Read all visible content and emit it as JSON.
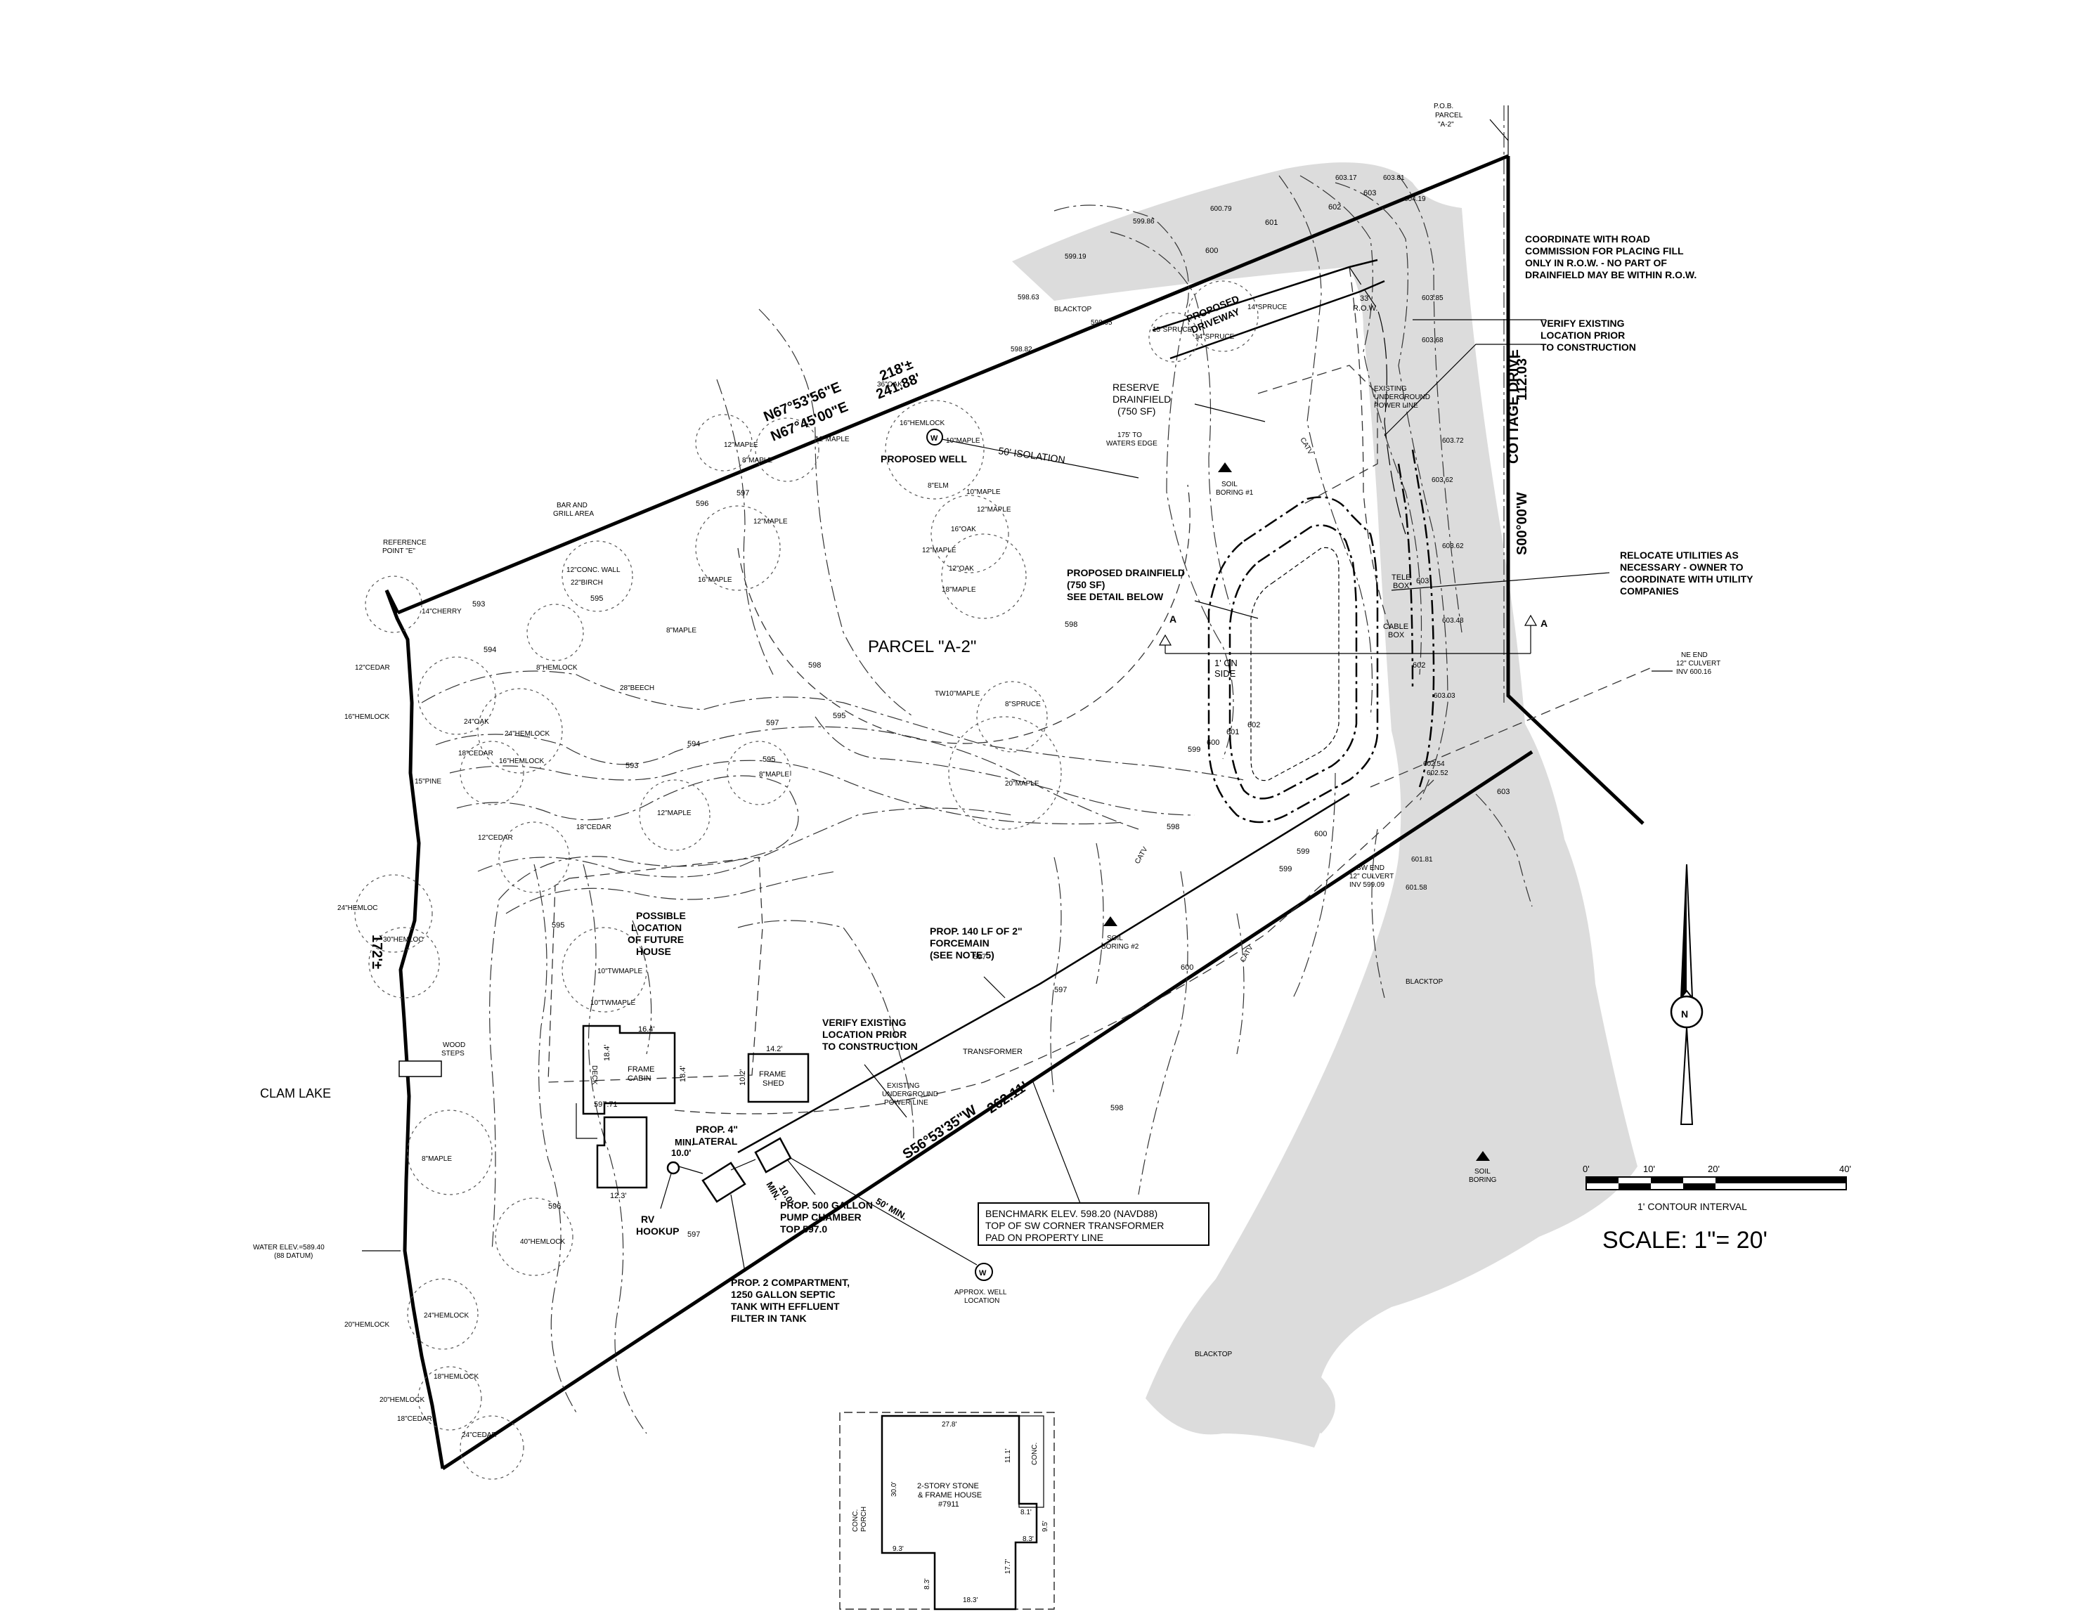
{
  "notes": {
    "road_commission": [
      "COORDINATE WITH ROAD",
      "COMMISSION FOR PLACING FILL",
      "ONLY IN R.O.W. - NO PART OF",
      "DRAINFIELD MAY BE WITHIN R.O.W."
    ],
    "verify_top": [
      "VERIFY EXISTING",
      "LOCATION PRIOR",
      "TO CONSTRUCTION"
    ],
    "relocate": [
      "RELOCATE UTILITIES  AS",
      "NECESSARY - OWNER TO",
      "COORDINATE WITH UTILITY",
      "COMPANIES"
    ],
    "verify_mid": [
      "VERIFY EXISTING",
      "LOCATION PRIOR",
      "TO CONSTRUCTION"
    ],
    "forcemain": [
      "PROP. 140 LF OF 2\"",
      "FORCEMAIN",
      "(SEE NOTE 5)"
    ],
    "benchmark": [
      "BENCHMARK ELEV. 598.20 (NAVD88)",
      "TOP OF SW CORNER TRANSFORMER",
      "PAD ON PROPERTY LINE"
    ],
    "septic": [
      "PROP. 2 COMPARTMENT,",
      "1250 GALLON SEPTIC",
      "TANK WITH EFFLUENT",
      "FILTER IN TANK"
    ],
    "pump": [
      "PROP. 500 GALLON",
      "PUMP CHAMBER",
      "TOP 597.0"
    ],
    "lateral": [
      "PROP. 4\"",
      "LATERAL"
    ],
    "rv": [
      "RV",
      "HOOKUP"
    ],
    "future_house": [
      "POSSIBLE",
      "LOCATION",
      "OF FUTURE",
      "HOUSE"
    ],
    "proposed_drainfield": [
      "PROPOSED DRAINFIELD",
      "(750 SF)",
      "SEE DETAIL BELOW"
    ],
    "reserve_drainfield": [
      "RESERVE",
      "DRAINFIELD",
      "(750 SF)"
    ],
    "water_elev": [
      "WATER ELEV.=589.40",
      "(88 DATUM)"
    ],
    "pob": [
      "P.O.B.",
      "PARCEL",
      "\"A-2\""
    ],
    "ne_culvert": [
      "NE END",
      "12\" CULVERT",
      "INV 600.16"
    ],
    "sw_culvert": [
      "SW END",
      "12\" CULVERT",
      "INV 599.09"
    ],
    "ex_power_top": [
      "EXISTING",
      "UNDERGROUND",
      "POWER LINE"
    ],
    "ex_power_mid": [
      "EXISTING",
      "UNDERGROUND",
      "POWER LINE"
    ],
    "bar_grill": [
      "BAR AND",
      "GRILL AREA"
    ],
    "reference_point": [
      "REFERENCE",
      "POINT \"E\""
    ],
    "approx_well": [
      "APPROX. WELL",
      "LOCATION"
    ],
    "soil_boring_legend": [
      "SOIL",
      "BORING"
    ],
    "wood_steps": [
      "WOOD",
      "STEPS"
    ],
    "waters_edge": [
      "175' TO",
      "WATERS EDGE"
    ]
  },
  "labels": {
    "parcel": "PARCEL \"A-2\"",
    "clam_lake": "CLAM LAKE",
    "cottage_drive": "COTTAGE DRIVE",
    "proposed_well": "PROPOSED WELL",
    "isolation": "50' ISOLATION",
    "proposed_driveway": [
      "PROPOSED",
      "DRIVEWAY"
    ],
    "blacktop": "BLACKTOP",
    "transformer": "TRANSFORMER",
    "soil_boring_1": [
      "SOIL",
      "BORING #1"
    ],
    "soil_boring_2": [
      "SOIL",
      "BORING #2"
    ],
    "tele_box": [
      "TELE",
      "BOX"
    ],
    "cable_box": [
      "CABLE",
      "BOX"
    ],
    "row": "R.O.W.",
    "catv": "CATV",
    "section_a": "A",
    "min_50": "50' MIN.",
    "min_10a": "10.0'",
    "min_10b": "10.0'",
    "min_word": "MIN.",
    "one_on": [
      "1' ON",
      "SIDE"
    ],
    "frame_cabin": [
      "FRAME",
      "CABIN"
    ],
    "frame_shed": [
      "FRAME",
      "SHED"
    ],
    "deck": "DECK",
    "cabin_elev": "597.71",
    "house_label": [
      "2-STORY STONE",
      "& FRAME HOUSE",
      "#7911"
    ],
    "conc_porch": [
      "CONC.",
      "PORCH"
    ],
    "conc": "CONC."
  },
  "bearings": {
    "north1": "N67°53'56\"E",
    "north1_dist": "218'±",
    "north2": "N67°45'00\"E",
    "north2_dist": "241.88'",
    "east": "S00°00'W",
    "east_dist": "112.03'",
    "south": "S56°53'35\"W",
    "south_dist": "262.11'",
    "west_dist": "172'±",
    "row_dist": "33'"
  },
  "dimensions": {
    "cabin_w": "16.4'",
    "cabin_d1": "18.4'",
    "cabin_d2": "18.4'",
    "cabin_d3": "12.3'",
    "shed_w": "14.2'",
    "shed_d": "10.2'",
    "house_top": "27.8'",
    "house_left": "30.0'",
    "house_right1": "11.1'",
    "house_right2": "8.1'",
    "house_right3": "9.5'",
    "house_right4": "8.3'",
    "house_bottom": "18.3'",
    "house_inner1": "9.3'",
    "house_inner2": "8.3'",
    "house_inner3": "17.7'"
  },
  "trees": [
    "14\"CHERRY",
    "12\"CEDAR",
    "16\"HEMLOCK",
    "24\"OAK",
    "24\"HEMLOCK",
    "12\"CONC. WALL",
    "22\"BIRCH",
    "8\"HEMLOCK",
    "28\"BEECH",
    "18\"CEDAR",
    "16\"HEMLOCK",
    "15\"PINE",
    "12\"MAPLE",
    "8\"MAPLE",
    "12\"MAPLE",
    "16\"MAPLE",
    "8\"MAPLE",
    "12\"MAPLE",
    "36\"OAK",
    "16\"HEMLOCK",
    "10\"MAPLE",
    "8\"ELM",
    "10\"MAPLE",
    "12\"MAPLE",
    "16\"OAK",
    "12\"MAPLE",
    "12\"OAK",
    "18\"MAPLE",
    "8\"MAPLE",
    "8\"SPRUCE",
    "20\"MAPLE",
    "12\"MAPLE",
    "12\"CEDAR",
    "18\"CEDAR",
    "24\"HEMLOC",
    "30\"HEMLOC",
    "10\"TWMAPLE",
    "10\"TWMAPLE",
    "8\"MAPLE",
    "40\"HEMLOCK",
    "24\"HEMLOCK",
    "20\"HEMLOCK",
    "18\"HEMLOCK",
    "20\"HEMLOCK",
    "18\"CEDAR",
    "24\"CEDAR",
    "15\"SPRUCE",
    "14\"SPRUCE",
    "14\"SPRUCE",
    "TW10\"MAPLE"
  ],
  "contours": [
    "593",
    "594",
    "595",
    "596",
    "597",
    "598",
    "599",
    "600",
    "601",
    "602",
    "603"
  ],
  "spot_elevations": [
    "603.17",
    "603.81",
    "604.19",
    "600.79",
    "599.86",
    "599.19",
    "598.63",
    "598.95",
    "598.82",
    "603.85",
    "603.68",
    "603.72",
    "603.62",
    "603.62",
    "603.48",
    "603.03",
    "602.54",
    "602.52",
    "601.81",
    "601.58"
  ],
  "scale": {
    "ticks": [
      "0'",
      "10'",
      "20'",
      "40'"
    ],
    "contour_interval": "1' CONTOUR INTERVAL",
    "text": "SCALE:  1\"= 20'",
    "north": "N"
  },
  "colors": {
    "pavement": "#dcdcdc",
    "linework": "#000000"
  }
}
